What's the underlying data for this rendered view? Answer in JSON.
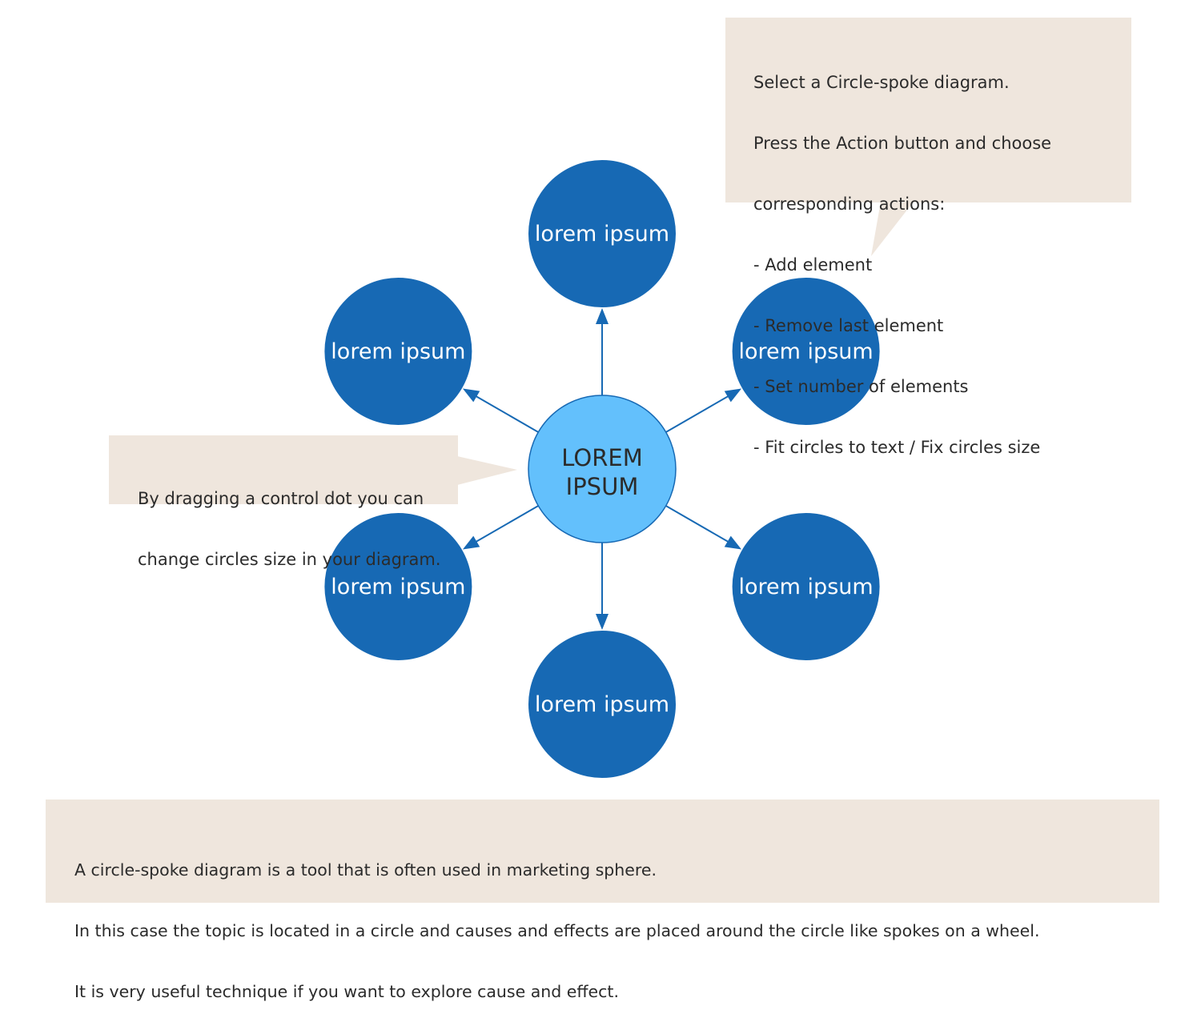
{
  "colors": {
    "outer_fill": "#1769b4",
    "center_fill": "#63c0fc",
    "center_stroke": "#1769b4",
    "callout_bg": "#efe6dd",
    "text": "#2b2b2b"
  },
  "center": {
    "line1": "LOREM",
    "line2": "IPSUM"
  },
  "spokes": [
    {
      "label": "lorem ipsum",
      "position": "top"
    },
    {
      "label": "lorem ipsum",
      "position": "upper-right"
    },
    {
      "label": "lorem ipsum",
      "position": "lower-right"
    },
    {
      "label": "lorem ipsum",
      "position": "bottom"
    },
    {
      "label": "lorem ipsum",
      "position": "lower-left"
    },
    {
      "label": "lorem ipsum",
      "position": "upper-left"
    }
  ],
  "callout_actions": {
    "lines": [
      "Select a Circle-spoke diagram.",
      "Press the Action button and choose",
      "corresponding actions:",
      "- Add element",
      "- Remove last element",
      "- Set number of elements",
      "- Fit circles to text / Fix circles size"
    ]
  },
  "callout_drag": {
    "lines": [
      "By dragging a control dot you can",
      "change circles size in your diagram."
    ]
  },
  "description": {
    "lines": [
      "A circle-spoke diagram is a tool that is often used in marketing sphere.",
      "In this case the topic is located in a circle and causes and effects are placed around the circle like spokes on a wheel.",
      "It is very useful technique if you want to explore cause and effect."
    ]
  }
}
